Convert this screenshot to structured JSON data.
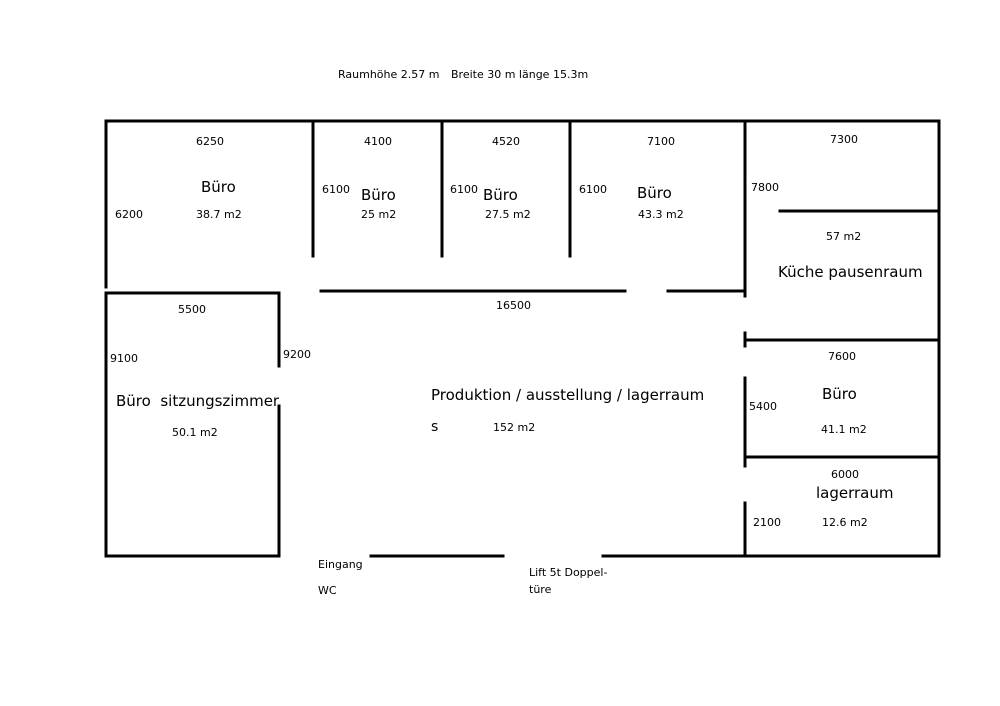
{
  "header": {
    "room_height": "Raumhöhe 2.57 m",
    "dimensions": "Breite 30 m länge 15.3m"
  },
  "rooms": {
    "office1": {
      "name": "Büro",
      "area": "38.7 m2",
      "width": "6250",
      "depth": "6200"
    },
    "office2": {
      "name": "Büro",
      "area": "25 m2",
      "width": "4100",
      "depth": "6100"
    },
    "office3": {
      "name": "Büro",
      "area": "27.5 m2",
      "width": "4520",
      "depth": "6100"
    },
    "office4": {
      "name": "Büro",
      "area": "43.3 m2",
      "width": "7100",
      "depth": "6100"
    },
    "kitchen": {
      "name": "Küche pausenraum",
      "area": "57 m2",
      "width": "7300",
      "depth": "7800"
    },
    "meeting": {
      "name": "Büro  sitzungszimmer",
      "area": "50.1 m2",
      "width": "5500",
      "depth": "9100",
      "depth2": "9200"
    },
    "production": {
      "name": "Produktion / ausstellung / lagerraum",
      "suffix": "s",
      "area": "152 m2",
      "width": "16500"
    },
    "office5": {
      "name": "Büro",
      "area": "41.1 m2",
      "width": "7600",
      "depth": "5400"
    },
    "storage": {
      "name": "lagerraum",
      "area": "12.6 m2",
      "width": "6000",
      "depth": "2100"
    }
  },
  "labels": {
    "entrance": "Eingang",
    "wc": "WC",
    "lift_line1": "Lift 5t Doppel-",
    "lift_line2": "türe"
  }
}
